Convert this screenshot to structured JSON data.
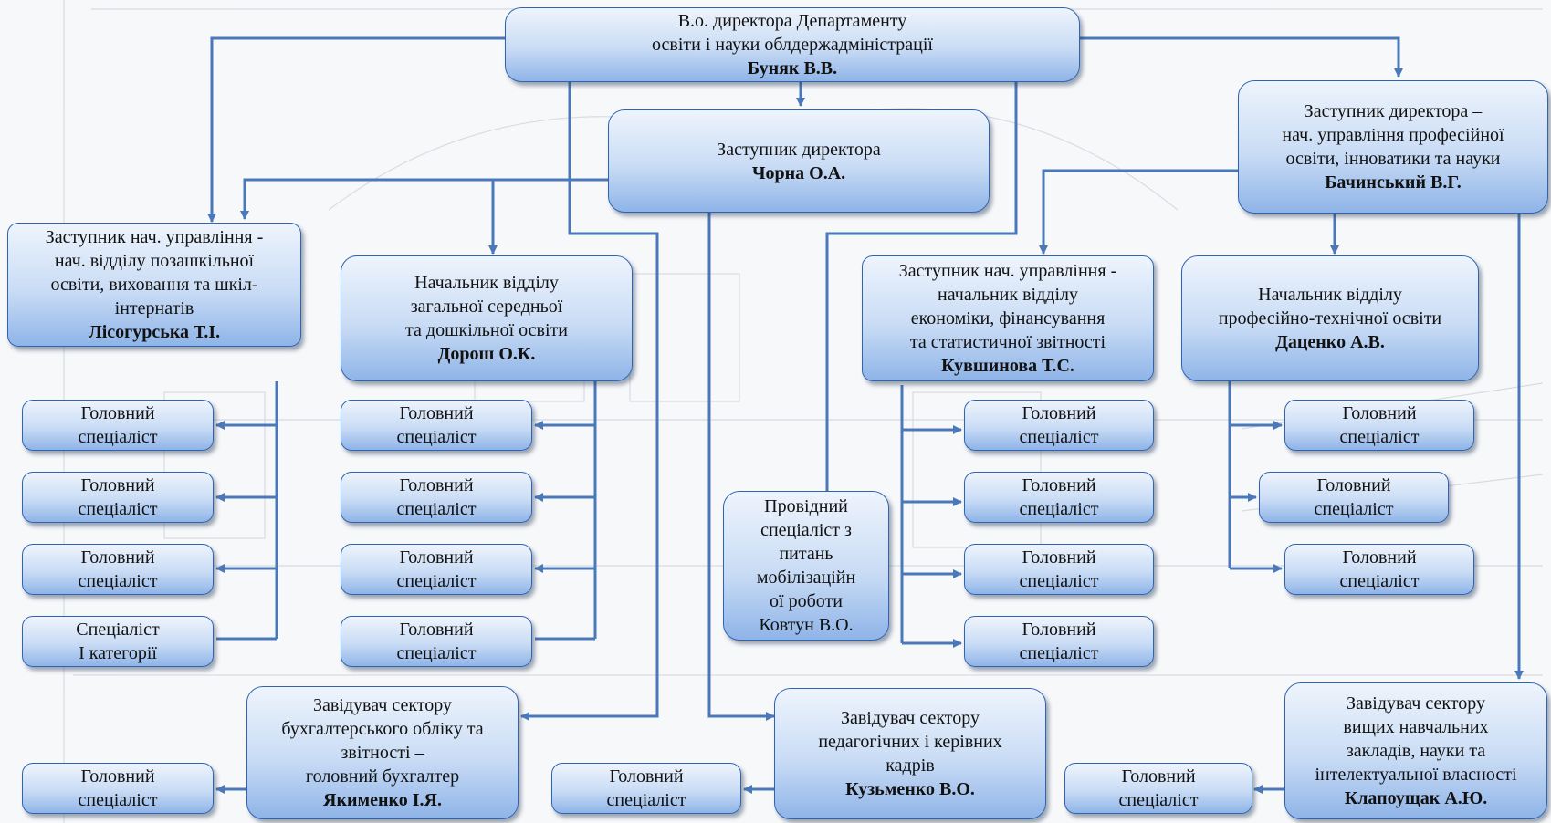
{
  "director": {
    "lines": [
      "В.о. директора Департаменту",
      "освіти і науки облдержадміністрації"
    ],
    "name": "Буняк В.В."
  },
  "deputy_center": {
    "lines": [
      "Заступник директора"
    ],
    "name": "Чорна О.А."
  },
  "deputy_right": {
    "lines": [
      "Заступник директора –",
      "нач. управління професійної",
      "освіти, інноватики та науки"
    ],
    "name": "Бачинський В.Г."
  },
  "head_extracurricular": {
    "lines": [
      "Заступник нач. управління -",
      "нач. відділу позашкільної",
      "освіти, виховання та шкіл-",
      "інтернатів"
    ],
    "name": "Лісогурська Т.І."
  },
  "head_general": {
    "lines": [
      "Начальник відділу",
      "загальної середньої",
      "та дошкільної освіти"
    ],
    "name": "Дорош О.К."
  },
  "head_economics": {
    "lines": [
      "Заступник нач. управління -",
      "начальник відділу",
      "економіки, фінансування",
      "та статистичної звітності"
    ],
    "name": "Кувшинова Т.С."
  },
  "head_vocational": {
    "lines": [
      "Начальник відділу",
      "професійно-технічної освіти"
    ],
    "name": "Даценко А.В."
  },
  "mobilization": {
    "lines": [
      "Провідний",
      "спеціаліст з",
      "питань",
      "мобілізаційн",
      "ої роботи",
      "Ковтун В.О."
    ]
  },
  "sector_accounting": {
    "lines": [
      "Завідувач сектору",
      "бухгалтерського обліку та",
      "звітності –",
      "головний бухгалтер"
    ],
    "name": "Якименко І.Я."
  },
  "sector_personnel": {
    "lines": [
      "Завідувач сектору",
      "педагогічних і керівних",
      "кадрів"
    ],
    "name": "Кузьменко В.О."
  },
  "sector_higher": {
    "lines": [
      "Завідувач сектору",
      "вищих навчальних",
      "закладів, науки та",
      "інтелектуальної власності"
    ],
    "name": "Клапоущак А.Ю."
  },
  "chief_specialist": [
    "Головний",
    "спеціаліст"
  ],
  "specialist_first": [
    "Спеціаліст",
    "І категорії"
  ],
  "colors": {
    "box_border": "#2f65b0",
    "connector": "#4a78b9",
    "box_top": "#eef4fc",
    "box_bottom": "#8fb4e8"
  }
}
